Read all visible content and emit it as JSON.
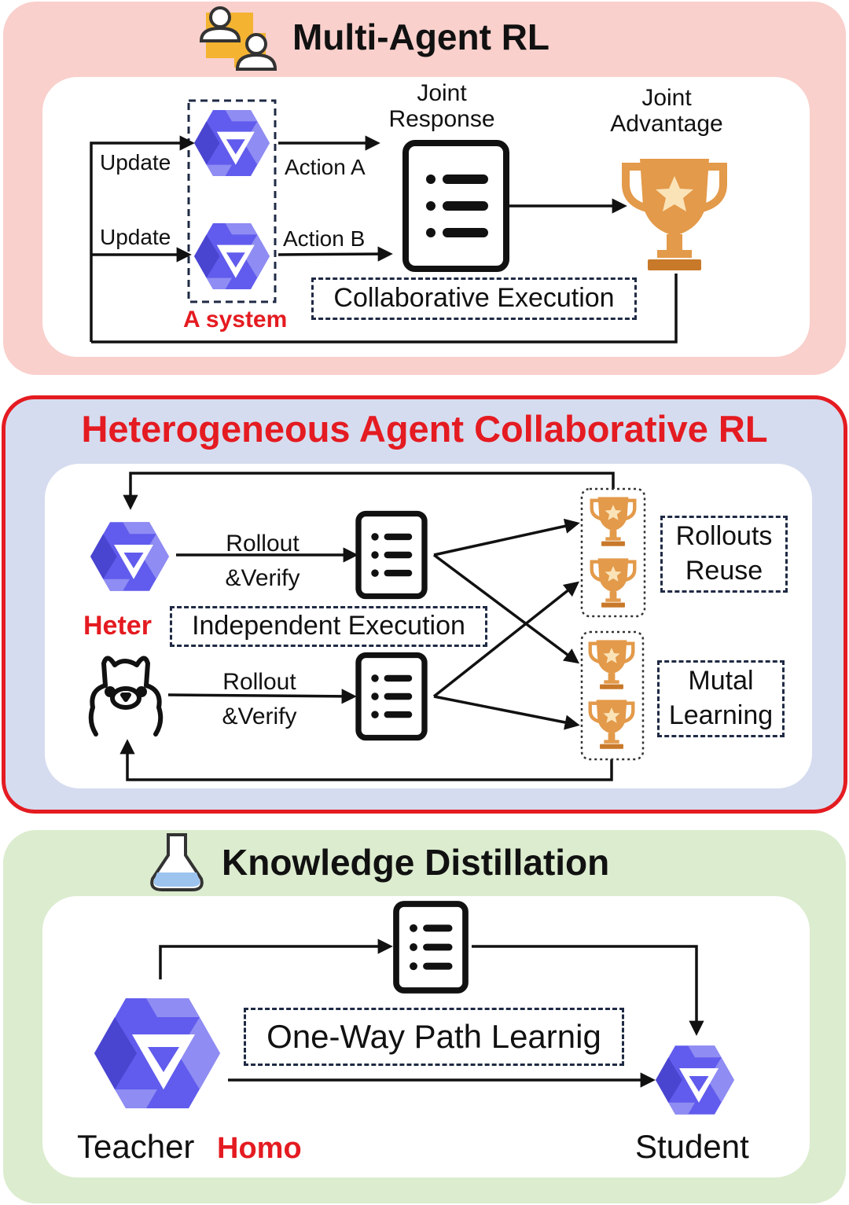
{
  "multi_agent": {
    "title": "Multi-Agent RL",
    "update_top": "Update",
    "update_bottom": "Update",
    "action_a": "Action A",
    "action_b": "Action B",
    "joint_response": "Joint\nResponse",
    "joint_advantage": "Joint\nAdvantage",
    "system_label": "A system",
    "collab_execution": "Collaborative Execution"
  },
  "heterogeneous": {
    "title": "Heterogeneous Agent Collaborative RL",
    "rollout_top": "Rollout\n&Verify",
    "rollout_bottom": "Rollout\n&Verify",
    "heter_label": "Heter",
    "independent_execution": "Independent Execution",
    "rollouts_reuse": "Rollouts\nReuse",
    "mutual_learning": "Mutal\nLearning"
  },
  "distillation": {
    "title": "Knowledge Distillation",
    "one_way": "One-Way Path Learnig",
    "teacher": "Teacher",
    "homo": "Homo",
    "student": "Student"
  },
  "colors": {
    "agent_blue": "#615ced",
    "trophy_gold": "#e39a4a",
    "accent_red": "#e41b21",
    "panel_pink": "#f9d0cc",
    "panel_blue": "#d6dcef",
    "panel_green": "#dceccf"
  },
  "icons": [
    "users-icon",
    "agent-logo-icon",
    "document-list-icon",
    "trophy-icon",
    "llama-icon",
    "flask-icon"
  ]
}
